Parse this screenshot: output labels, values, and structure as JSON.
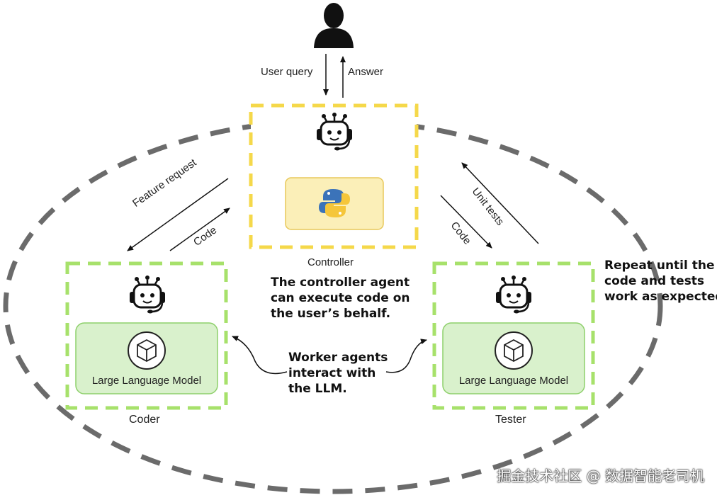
{
  "user_flow": {
    "query_label": "User query",
    "answer_label": "Answer"
  },
  "controller": {
    "label": "Controller"
  },
  "coder": {
    "label": "Coder",
    "model_label": "Large Language Model",
    "feature_request_label": "Feature request",
    "code_label": "Code"
  },
  "tester": {
    "label": "Tester",
    "model_label": "Large Language Model",
    "unit_tests_label": "Unit tests",
    "code_label": "Code"
  },
  "notes": {
    "controller_lines": [
      "The controller agent",
      "can execute code on",
      "the user’s behalf."
    ],
    "worker_lines": [
      "Worker agents",
      "interact with",
      "the LLM."
    ],
    "repeat_lines": [
      "Repeat until the",
      "code and tests",
      "work as expected."
    ]
  },
  "watermark": "掘金技术社区 @ 数据智能老司机",
  "colors": {
    "controller_border": "#f5d84a",
    "controller_fill": "#fbefb8",
    "worker_border": "#a7e16b",
    "worker_fill": "#d9f1cc",
    "loop_dash": "#6b6b6b"
  }
}
